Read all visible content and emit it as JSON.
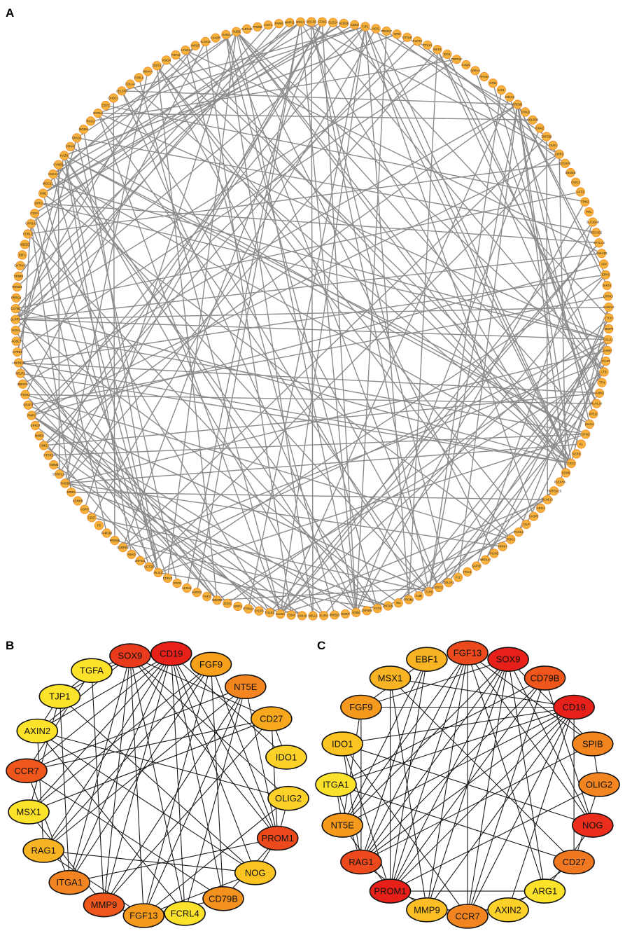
{
  "panels": {
    "a": {
      "letter": "A",
      "node_color": "#f7b23b",
      "node_outline": "#f08a24",
      "edge_color": "#8c8c8c",
      "nodes": [
        "TJP1",
        "NOG",
        "PRSS37",
        "SPIB",
        "BTNL8",
        "FLRT2",
        "TCL1A",
        "MSX1",
        "IDO1",
        "TNFRSF",
        "C1QC",
        "SPRY4",
        "RPH3A",
        "NFIB",
        "LIX1",
        "ANXA8",
        "FREM1",
        "BTNL9",
        "SOLE05",
        "GNAZ",
        "ZNF556",
        "OLR1",
        "SIPR3",
        "COL6A5",
        "DBNDD",
        "OLIG2",
        "AFF3",
        "TPM2",
        "PRL",
        "SLC26A8",
        "NECAB2",
        "SPTLC3",
        "ANKAD1",
        "AK4",
        "EPH3",
        "SHOX",
        "LRRN3",
        "FANCL2",
        "ITCH",
        "MMP9",
        "CCL21",
        "DAMC",
        "FCAR",
        "LTB",
        "TTN",
        "AXIN2",
        "KLHL14",
        "IPO11",
        "MAOA",
        "SYN2",
        "KL",
        "SCRS",
        "CRC1",
        "SOX9",
        "PLEKHA",
        "TNFRSF25",
        "KLHL13",
        "ARG1",
        "CASP5",
        "CILP",
        "PCSK1",
        "ROK1",
        "NRNH",
        "PLIN5",
        "MRPL47",
        "SAP30",
        "ITGA1",
        "F12",
        "COL2A1",
        "DSC2",
        "TLR5",
        "TUB",
        "PROM1",
        "ID3",
        "ZNF536",
        "FAT3",
        "ZNF608",
        "NT5E",
        "SORF",
        "IPRED2",
        "IL1R1",
        "NELL2",
        "ANXA8",
        "OSM",
        "SLC5A",
        "FOLR3",
        "SYCP1",
        "PTPN14",
        "GRP1",
        "ZCN1",
        "MEM86",
        "TAF3",
        "SHOX2",
        "ACNA1",
        "FOF9",
        "CDKL5",
        "GLIC3",
        "UGT2B",
        "ZNF521",
        "ABHD",
        "GABRB2",
        "PRDM5",
        "FAM163",
        "F5",
        "CD27",
        "ASPH",
        "KCNH8",
        "MRE2",
        "RAB36",
        "SRRPL1A",
        "TIMM5",
        "PTPRD",
        "OMG",
        "NME9",
        "GPR37",
        "PMP2",
        "DRAP3",
        "RTDR1",
        "UBE2G2",
        "NEUR1",
        "ANKRD35",
        "CPR64",
        "AGBL3",
        "SOX4",
        "GLPR3",
        "CD79B",
        "PRRG4",
        "RBM33",
        "TRIM9",
        "CNTNAP",
        "EBF1",
        "UBE2Q",
        "FCRL1",
        "GPR141",
        "TGFA",
        "DPF2",
        "ISM1",
        "MOCS1",
        "ANXA3",
        "CYMD9",
        "KAZN",
        "CFNA5",
        "SPAG5",
        "MCEM",
        "RAG1",
        "OVOL2",
        "CD72",
        "DHDC1",
        "CELSR3",
        "COLA4",
        "FCRL4",
        "MS4A4",
        "DDIT4",
        "VSIG4",
        "FGF13",
        "LYVE1",
        "AM115",
        "ALOX15",
        "CXADR",
        "GAB1",
        "SUB6",
        "CLEC4S",
        "PFDN6",
        "CST1",
        "PARG",
        "MMP11",
        "NRCA",
        "SIGLEC",
        "CD19",
        "CLEC4",
        "NOE55",
        "CBR3"
      ]
    },
    "b": {
      "letter": "B",
      "nodes": [
        {
          "label": "CD19",
          "color": "#e8201a"
        },
        {
          "label": "FGF9",
          "color": "#f7a01c"
        },
        {
          "label": "NT5E",
          "color": "#f28520"
        },
        {
          "label": "CD27",
          "color": "#f7a81d"
        },
        {
          "label": "IDO1",
          "color": "#fcd22a"
        },
        {
          "label": "OLIG2",
          "color": "#fcd22a"
        },
        {
          "label": "PROM1",
          "color": "#ec4a1c"
        },
        {
          "label": "NOG",
          "color": "#fbc422"
        },
        {
          "label": "CD79B",
          "color": "#f49220"
        },
        {
          "label": "FCRL4",
          "color": "#fde22c"
        },
        {
          "label": "FGF13",
          "color": "#f69a1e"
        },
        {
          "label": "MMP9",
          "color": "#ee561b"
        },
        {
          "label": "ITGA1",
          "color": "#f28522"
        },
        {
          "label": "RAG1",
          "color": "#f8b422"
        },
        {
          "label": "MSX1",
          "color": "#fde22c"
        },
        {
          "label": "CCR7",
          "color": "#ee561b"
        },
        {
          "label": "AXIN2",
          "color": "#fde22c"
        },
        {
          "label": "TJP1",
          "color": "#fde42c"
        },
        {
          "label": "TGFA",
          "color": "#fde22c"
        },
        {
          "label": "SOX9",
          "color": "#ea3a1c"
        }
      ]
    },
    "c": {
      "letter": "C",
      "nodes": [
        {
          "label": "SOX9",
          "color": "#e8201a"
        },
        {
          "label": "CD79B",
          "color": "#ee561b"
        },
        {
          "label": "CD19",
          "color": "#e8201a"
        },
        {
          "label": "SPIB",
          "color": "#f28520"
        },
        {
          "label": "OLIG2",
          "color": "#f28520"
        },
        {
          "label": "NOG",
          "color": "#ea2e1b"
        },
        {
          "label": "CD27",
          "color": "#f07820"
        },
        {
          "label": "ARG1",
          "color": "#fde22c"
        },
        {
          "label": "AXIN2",
          "color": "#fcd22a"
        },
        {
          "label": "CCR7",
          "color": "#f28520"
        },
        {
          "label": "MMP9",
          "color": "#fbbf25"
        },
        {
          "label": "PROM1",
          "color": "#e8201a"
        },
        {
          "label": "RAG1",
          "color": "#ec4a1c"
        },
        {
          "label": "NT5E",
          "color": "#f69a1e"
        },
        {
          "label": "ITGA1",
          "color": "#fde22c"
        },
        {
          "label": "IDO1",
          "color": "#fbc422"
        },
        {
          "label": "FGF9",
          "color": "#f69a1e"
        },
        {
          "label": "MSX1",
          "color": "#f8b422"
        },
        {
          "label": "EBF1",
          "color": "#f8b422"
        },
        {
          "label": "FGF13",
          "color": "#ec4a1c"
        }
      ]
    }
  }
}
